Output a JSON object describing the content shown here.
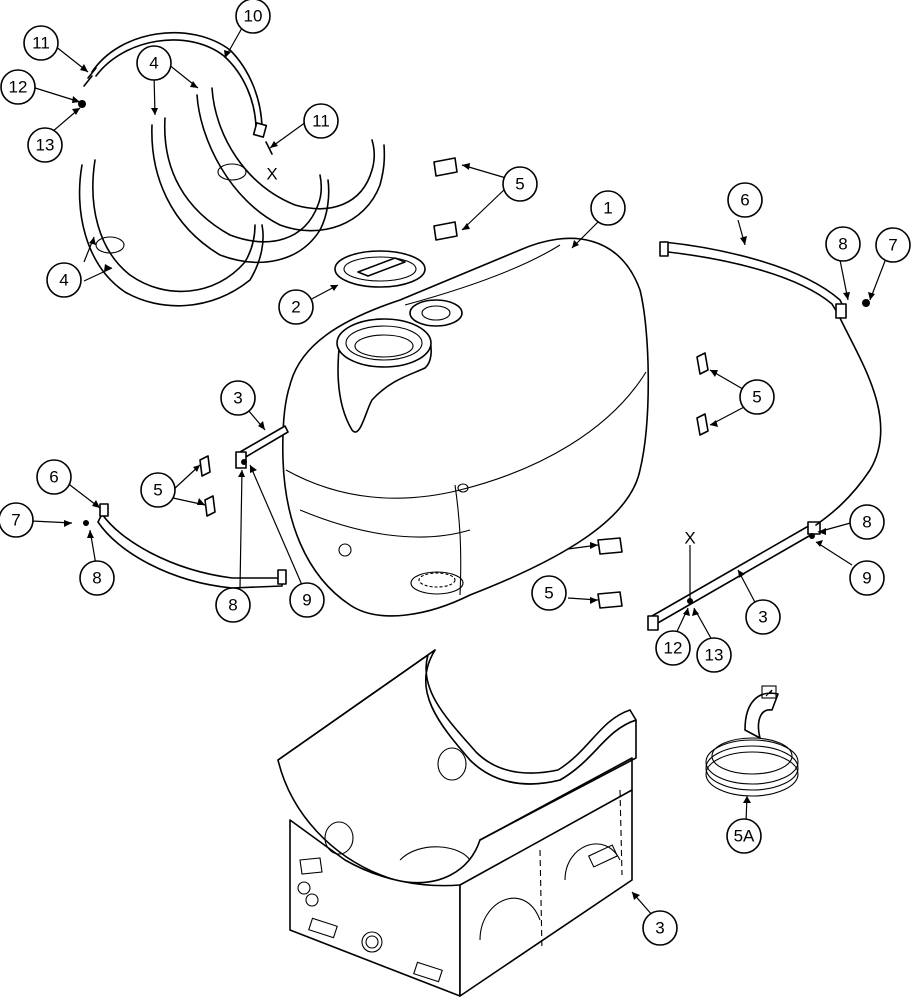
{
  "callouts": [
    {
      "label": "1"
    },
    {
      "label": "2"
    },
    {
      "label": "3"
    },
    {
      "label": "3"
    },
    {
      "label": "3"
    },
    {
      "label": "4"
    },
    {
      "label": "4"
    },
    {
      "label": "5"
    },
    {
      "label": "5"
    },
    {
      "label": "5"
    },
    {
      "label": "5"
    },
    {
      "label": "5A"
    },
    {
      "label": "6"
    },
    {
      "label": "6"
    },
    {
      "label": "7"
    },
    {
      "label": "7"
    },
    {
      "label": "8"
    },
    {
      "label": "8"
    },
    {
      "label": "8"
    },
    {
      "label": "8"
    },
    {
      "label": "9"
    },
    {
      "label": "9"
    },
    {
      "label": "10"
    },
    {
      "label": "11"
    },
    {
      "label": "11"
    },
    {
      "label": "12"
    },
    {
      "label": "12"
    },
    {
      "label": "13"
    },
    {
      "label": "13"
    }
  ],
  "x_marks": [
    {
      "label": "X"
    },
    {
      "label": "X"
    }
  ],
  "colors": {
    "line": "#000000",
    "background": "#ffffff"
  }
}
